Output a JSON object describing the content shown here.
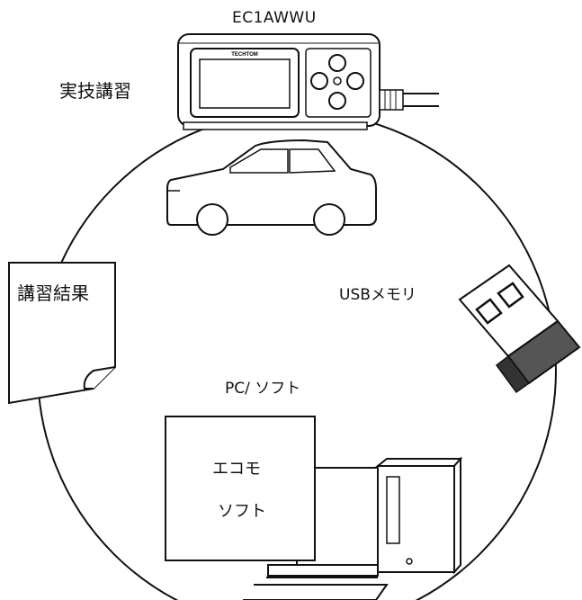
{
  "diagram": {
    "device_model": "EC1AWWU",
    "device_brand": "TECHTOM",
    "practical_training": "実技講習",
    "usb_memory": "USBメモリ",
    "pc_software": "PC/ ソフト",
    "training_results": "講習結果",
    "software_line1": "エコモ",
    "software_line2": "ソフト"
  },
  "colors": {
    "line": "#111111",
    "usb_body": "#555555",
    "background": "#ffffff"
  }
}
